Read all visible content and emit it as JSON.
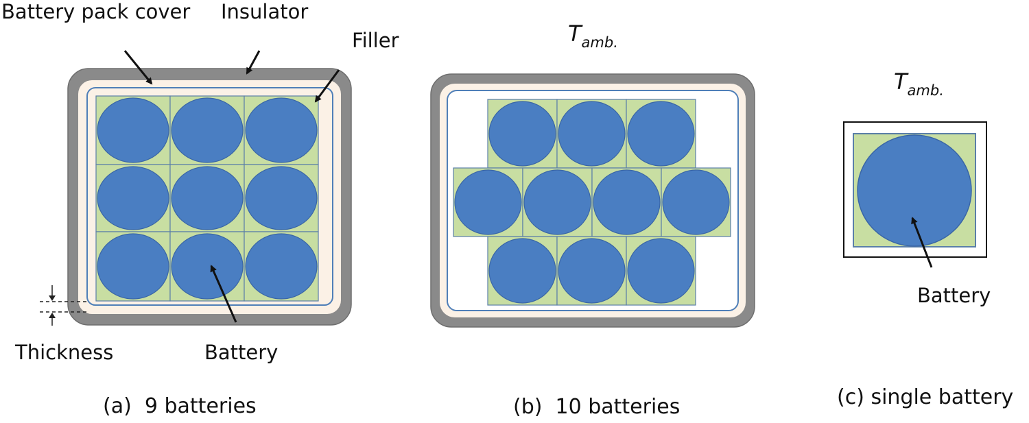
{
  "colors": {
    "cover": "#8a8a8a",
    "cover_edge": "#6e6e6e",
    "insulator": "#fbf1e6",
    "filler": "#c8dea2",
    "filler_edge": "#5a7fa8",
    "battery": "#4a7ec2",
    "battery_edge": "#3a66a6",
    "liner": "#4f7fb8"
  },
  "panel_a": {
    "label_cover": "Battery pack cover",
    "label_insulator": "Insulator",
    "label_filler": "Filler",
    "label_thickness": "Thickness",
    "label_battery": "Battery",
    "caption": "(a)  9 batteries"
  },
  "panel_b": {
    "ambient_base": "T",
    "ambient_sub": "amb.",
    "caption": "(b)  10 batteries"
  },
  "panel_c": {
    "ambient_base": "T",
    "ambient_sub": "amb.",
    "label_battery": "Battery",
    "caption": "(c) single battery"
  }
}
